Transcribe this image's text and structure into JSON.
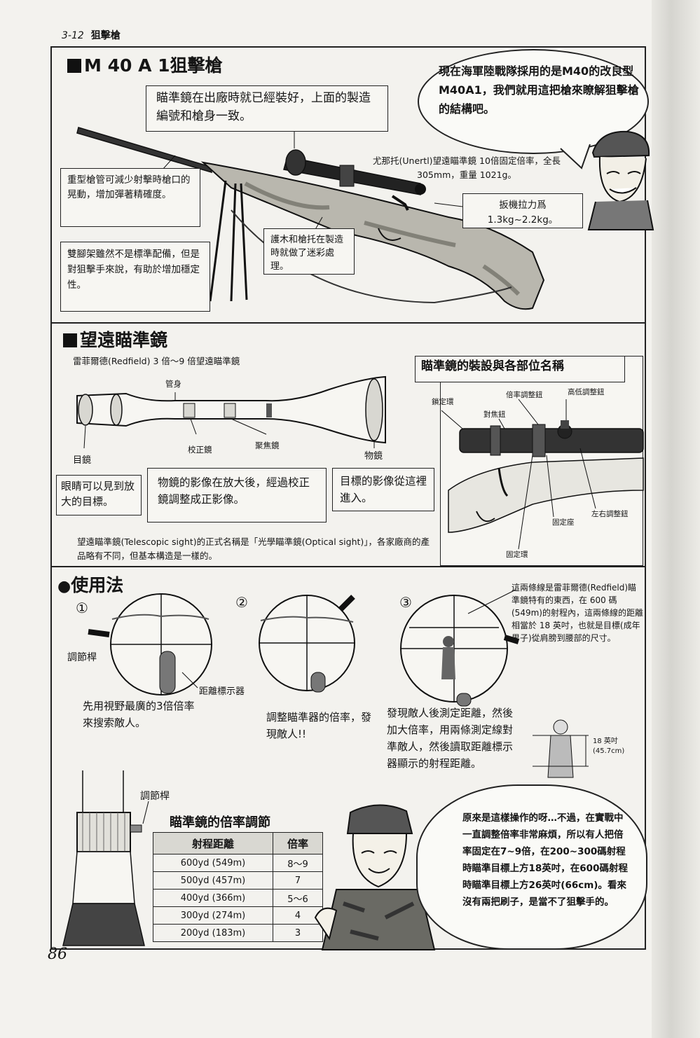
{
  "header": {
    "section_no": "3-12",
    "title": "狙擊槍"
  },
  "page_number": "86",
  "rifle_section": {
    "title": "M 40 A 1狙擊槍",
    "bubble": "現在海軍陸戰隊採用的是M40的改良型 M40A1，我們就用這把槍來瞭解狙擊槍的結構吧。",
    "box_factory": "瞄準鏡在出廠時就已經裝好，上面的製造編號和槍身一致。",
    "label_scope": "尤那托(Unertl)望遠瞄準鏡 10倍固定倍率，全長 305mm，重量 1021g。",
    "box_barrel": "重型槍管可減少射擊時槍口的晃動，增加彈著精確度。",
    "box_trigger": "扳機拉力爲1.3kg~2.2kg。",
    "box_camo": "護木和槍托在製造時就做了迷彩處理。",
    "box_bipod": "雙腳架雖然不是標準配備，但是對狙擊手來說，有助於增加穩定性。"
  },
  "scope_section": {
    "title": "望遠瞄準鏡",
    "subtitle": "雷菲爾德(Redfield) 3 倍～9 倍望遠瞄準鏡",
    "labels": {
      "tube": "管身",
      "eyepiece": "目鏡",
      "erector": "校正鏡",
      "focus": "聚焦鏡",
      "objective": "物鏡"
    },
    "box_eye": "眼睛可以見到放大的目標。",
    "box_erect": "物鏡的影像在放大後，經過校正鏡調整成正影像。",
    "box_enter": "目標的影像從這裡進入。",
    "note": "望遠瞄準鏡(Telescopic sight)的正式名稱是「光學瞄準鏡(Optical sight)」，各家廠商的產品略有不同，但基本構造是一樣的。",
    "mount": {
      "title": "瞄準鏡的裝設與各部位名稱",
      "labels": {
        "lock_ring": "鎖定環",
        "power_ring": "倍率調整鈕",
        "focus_knob": "對焦鈕",
        "elevation": "高低調整鈕",
        "windage": "左右調整鈕",
        "base": "固定座",
        "ring": "固定環"
      }
    }
  },
  "usage_section": {
    "title": "使用法",
    "step1_no": "①",
    "step2_no": "②",
    "step3_no": "③",
    "knob_label": "調節桿",
    "range_label": "距離標示器",
    "step1": "先用視野最廣的3倍倍率來搜索敵人。",
    "step2": "調整瞄準器的倍率，發現敵人!!",
    "step3": "發現敵人後測定距離，然後加大倍率，用兩條測定線對準敵人，然後讀取距離標示器顯示的射程距離。",
    "note3": "這兩條線是雷菲爾德(Redfield)瞄準鏡特有的東西，在 600 碼(549m)的射程內，這兩條線的距離相當於 18 英吋，也就是目標(成年男子)從肩膀到腰部的尺寸。",
    "height_label": "18 英吋 (45.7cm)",
    "knob_label2": "調節桿",
    "table_title": "瞄準鏡的倍率調節",
    "table_headers": [
      "射程距離",
      "倍率"
    ],
    "table_rows": [
      [
        "600yd (549m)",
        "8～9"
      ],
      [
        "500yd (457m)",
        "7"
      ],
      [
        "400yd (366m)",
        "5～6"
      ],
      [
        "300yd (274m)",
        "4"
      ],
      [
        "200yd (183m)",
        "3"
      ]
    ],
    "final_bubble": "原來是這樣操作的呀…不過，在實戰中一直調整倍率非常麻煩，所以有人把倍率固定在7~9倍，在200~300碼射程時瞄準目標上方18英吋，在600碼射程時瞄準目標上方26英吋(66cm)。看來沒有兩把刷子，是當不了狙擊手的。"
  }
}
